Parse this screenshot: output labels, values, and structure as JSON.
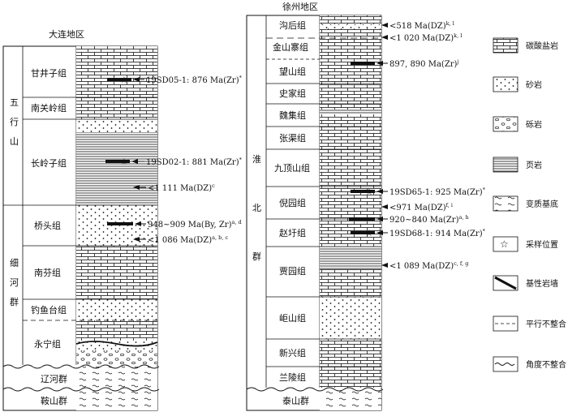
{
  "regions": {
    "dalian": "大连地区",
    "xuzhou": "徐州地区"
  },
  "dalian": {
    "groups": {
      "wuxingshan": "五行山群",
      "xihe": "细河群",
      "liaohe": "辽河群",
      "anshan": "鞍山群"
    },
    "formations": {
      "ganjingzi": "甘井子组",
      "nanguanling": "南关岭组",
      "changlingzi": "长岭子组",
      "qiaotou": "桥头组",
      "nanfen": "南芬组",
      "diaoyutai": "钓鱼台组",
      "yongning": "永宁组"
    },
    "ages": {
      "a1": "19SD05-1: 876 Ma(Zr)",
      "a1_sup": "*",
      "a2": "19SD02-1: 881 Ma(Zr)",
      "a2_sup": "*",
      "a3": "<1 111 Ma(DZ)",
      "a3_sup": "c",
      "a4": "948~909 Ma(By, Zr)",
      "a4_sup": "a, d",
      "a5": "<1 086 Ma(DZ)",
      "a5_sup": "a, b, c"
    }
  },
  "xuzhou": {
    "groups": {
      "huaibei": "淮北群",
      "taishan": "泰山群"
    },
    "formations": {
      "gouhou": "沟后组",
      "jinshanzhai": "金山寨组",
      "wangshan": "望山组",
      "shijia": "史家组",
      "weiji": "魏集组",
      "zhangqu": "张渠组",
      "jiudingshan": "九顶山组",
      "niyuan": "倪园组",
      "zhaowei": "赵圩组",
      "jiayuan": "贾园组",
      "yanshan": "岠山组",
      "xinxing": "新兴组",
      "lanling": "兰陵组"
    },
    "ages": {
      "b1": "<518 Ma(DZ)",
      "b1_sup": "k, l",
      "b2": "<1 020 Ma(DZ)",
      "b2_sup": "k, l",
      "b3": "897, 890 Ma(Zr)",
      "b3_sup": "j",
      "b4": "19SD65-1: 925 Ma(Zr)",
      "b4_sup": "*",
      "b5": "<971 Ma(DZ)",
      "b5_sup": "f, i",
      "b6": "920~840 Ma(Zr)",
      "b6_sup": "a, h",
      "b7": "19SD68-1: 914 Ma(Zr)",
      "b7_sup": "*",
      "b8": "<1 089 Ma(DZ)",
      "b8_sup": "c, f, g"
    }
  },
  "legend": {
    "carbonate": "碳酸盐岩",
    "sandstone": "砂岩",
    "conglomerate": "砾岩",
    "shale": "页岩",
    "metamorphic": "变质基底",
    "sample": "采样位置",
    "dike": "基性岩墙",
    "parallel": "平行不整合",
    "angular": "角度不整合"
  }
}
